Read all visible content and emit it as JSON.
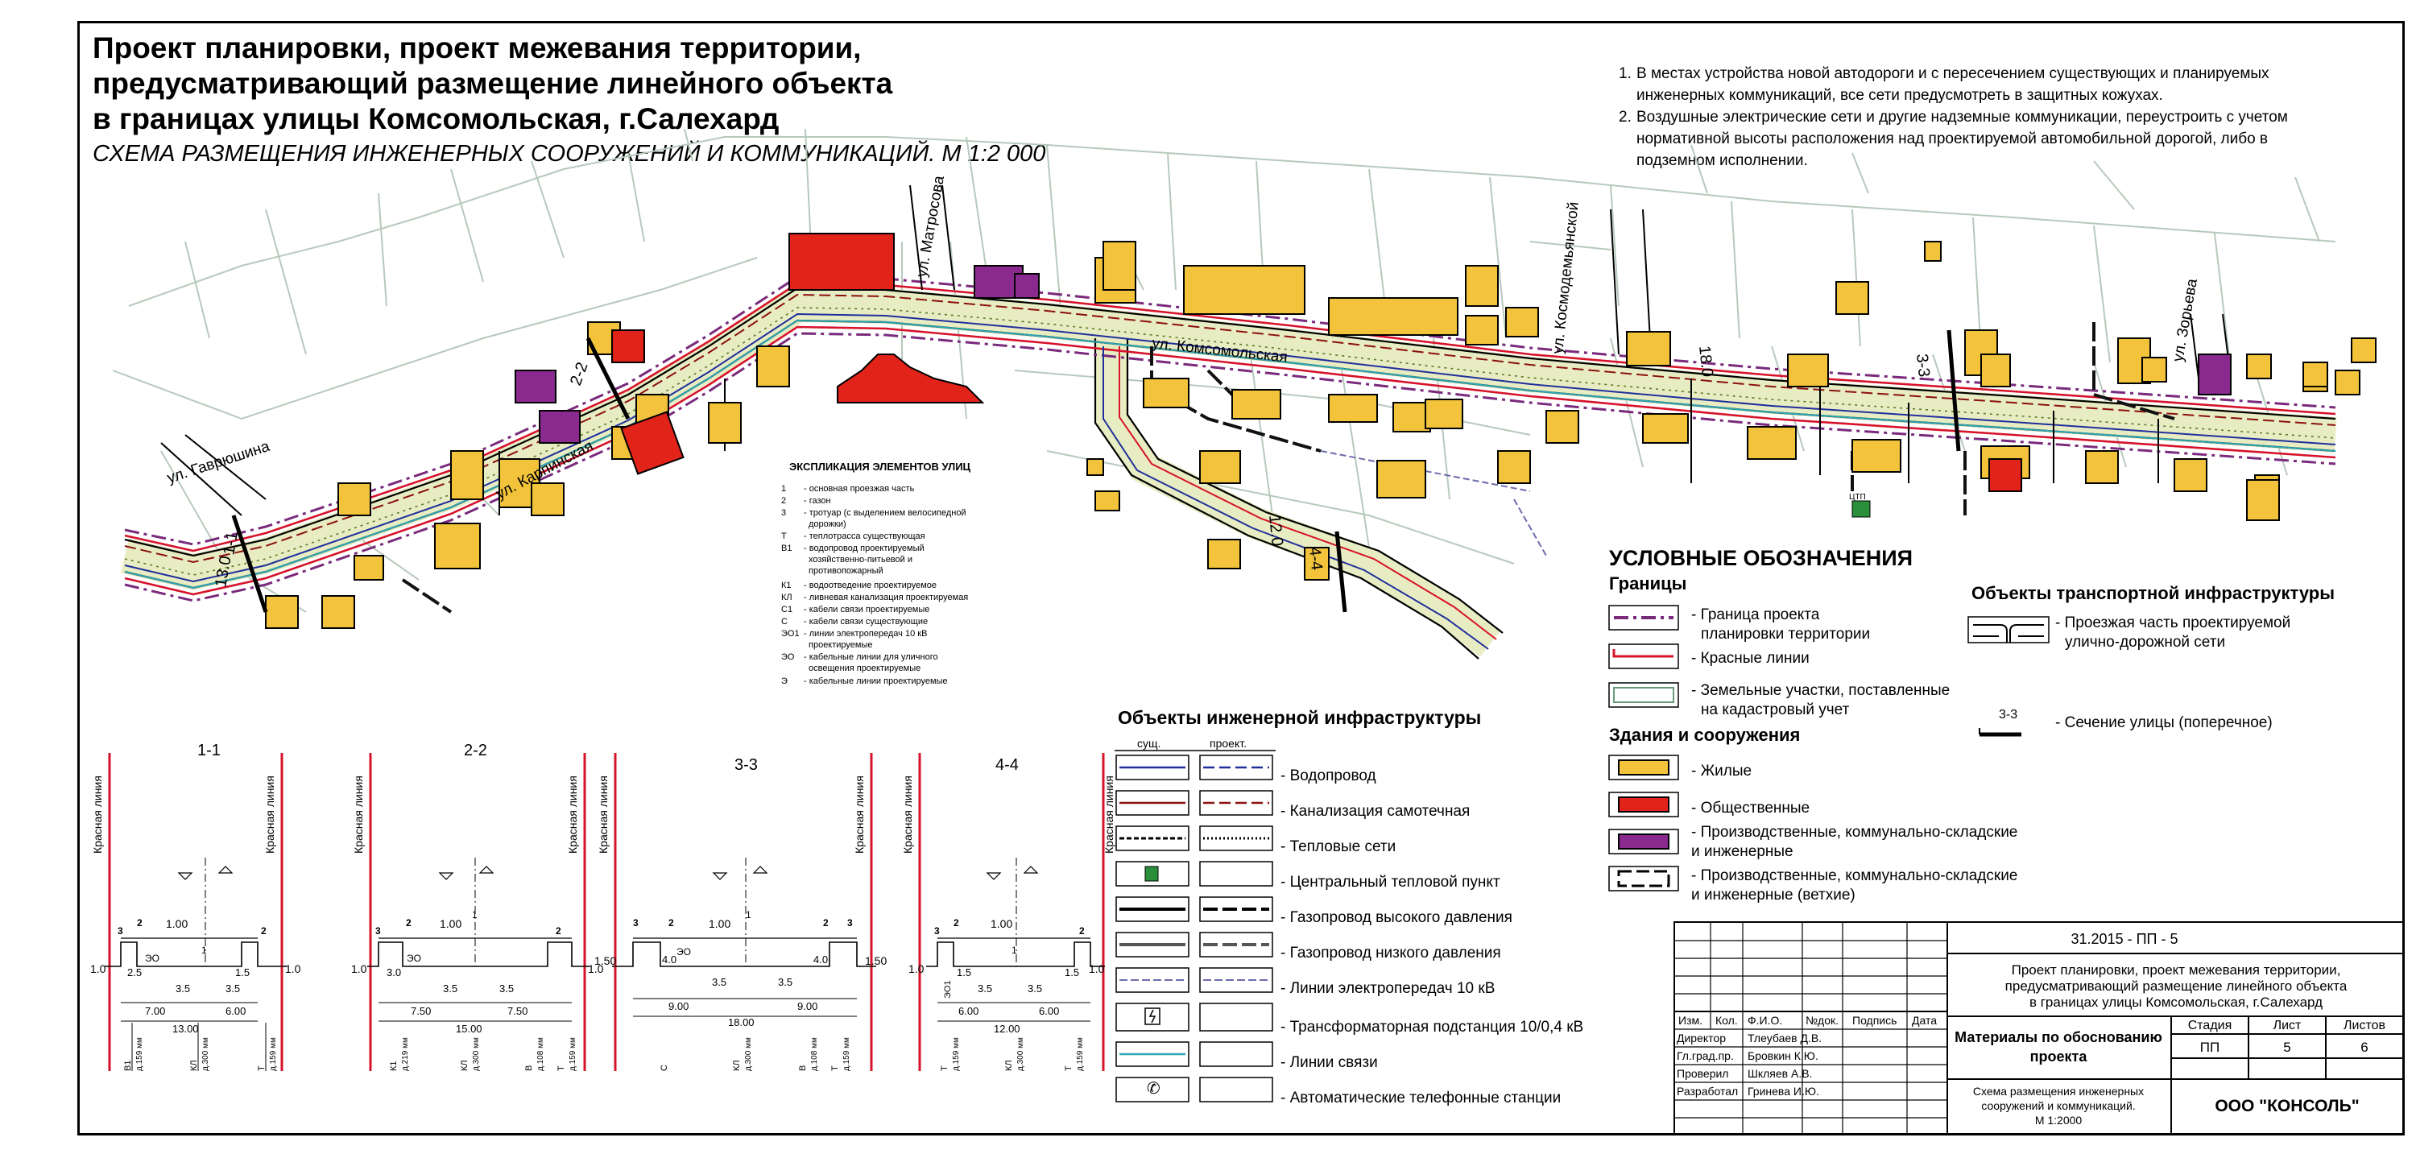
{
  "header": {
    "title_lines": [
      "Проект планировки, проект межевания территории,",
      "предусматривающий размещение линейного объекта",
      "в границах улицы Комсомольская, г.Салехард"
    ],
    "subtitle": "СХЕМА РАЗМЕЩЕНИЯ ИНЖЕНЕРНЫХ СООРУЖЕНИЙ И КОММУНИКАЦИЙ. М 1:2 000"
  },
  "notes": [
    {
      "num": "1.",
      "lines": [
        "В местах устройства новой автодороги и с пересечением существующих и планируемых",
        "инженерных коммуникаций, все сети предусмотреть в защитных кожухах."
      ]
    },
    {
      "num": "2.",
      "lines": [
        "Воздушные электрические сети и другие надземные коммуникации, переустроить с учетом",
        "нормативной  высоты расположения над проектируемой автомобильной дорогой, либо в",
        "подземном исполнении."
      ]
    }
  ],
  "map": {
    "street_labels": {
      "komsomolskaya": "ул. Комсомольская",
      "matrosova": "ул. Матросова",
      "gavryushina": "ул. Гаврюшина",
      "karinskaya": "ул. Карпинская",
      "kosmodemyanskoy": "ул. Космодемьянской",
      "zoya": "ул. Зорьева"
    },
    "section_marks": [
      "1-1",
      "2-2",
      "3-3",
      "4-4"
    ],
    "elevations": [
      "13.0",
      "18.0",
      "12.0"
    ],
    "central_heat_label": "ЦТП",
    "colors": {
      "residential": "#f2c33b",
      "public": "#e2231a",
      "industrial": "#8a2a8f",
      "red_line": "#d6132a",
      "water": "#1f2f9c",
      "sewer": "#8b1010",
      "comm": "#2ca6b4",
      "land": "#6a9b77",
      "road_fill": "#e8ecc2"
    }
  },
  "explication": {
    "title": "ЭКСПЛИКАЦИЯ ЭЛЕМЕНТОВ УЛИЦ",
    "items": [
      {
        "code": "1",
        "text": "- основная проезжая часть"
      },
      {
        "code": "2",
        "text": "- газон"
      },
      {
        "code": "3",
        "text": "- тротуар (с выделением велосипедной"
      },
      {
        "code": "",
        "text": "дорожки)"
      },
      {
        "code": "Т",
        "text": "- теплотрасса существующая"
      },
      {
        "code": "В1",
        "text": "- водопровод проектируемый"
      },
      {
        "code": "",
        "text": "хозяйственно-питьевой и"
      },
      {
        "code": "",
        "text": "противопожарный"
      },
      {
        "code": "К1",
        "text": "- водоотведение проектируемое"
      },
      {
        "code": "КЛ",
        "text": "- ливневая канализация проектируемая"
      },
      {
        "code": "С1",
        "text": "- кабели связи проектируемые"
      },
      {
        "code": "С",
        "text": "- кабели связи существующие"
      },
      {
        "code": "ЭО1",
        "text": "- линии электропередач 10 кВ"
      },
      {
        "code": "",
        "text": "проектируемые"
      },
      {
        "code": "ЭО",
        "text": "- кабельные линии для уличного"
      },
      {
        "code": "",
        "text": "освещения проектируемые"
      },
      {
        "code": "Э",
        "text": "- кабельные линии проектируемые"
      }
    ]
  },
  "legend": {
    "title": "УСЛОВНЫЕ ОБОЗНАЧЕНИЯ",
    "borders_title": "Границы",
    "borders": [
      {
        "lines": [
          "- Граница проекта",
          "планировки территории"
        ]
      },
      {
        "lines": [
          "- Красные линии"
        ]
      },
      {
        "lines": [
          "- Земельные участки, поставленные",
          "на кадастровый учет"
        ]
      }
    ],
    "buildings_title": "Здания и сооружения",
    "buildings": [
      {
        "lines": [
          "- Жилые"
        ]
      },
      {
        "lines": [
          "- Общественные"
        ]
      },
      {
        "lines": [
          "- Производственные, коммунально-складские",
          "и инженерные"
        ]
      },
      {
        "lines": [
          "- Производственные, коммунально-складские",
          "и инженерные (ветхие)"
        ]
      }
    ],
    "transport_title": "Объекты транспортной инфраструктуры",
    "transport": [
      {
        "lines": [
          "- Проезжая часть проектируемой",
          "улично-дорожной сети"
        ]
      },
      {
        "lines": [
          "- Сечение улицы (поперечное)"
        ]
      }
    ],
    "section_sample": "3-3"
  },
  "engineering": {
    "title": "Объекты инженерной инфраструктуры",
    "col_existing": "сущ.",
    "col_planned": "проект.",
    "items": [
      "- Водопровод",
      "- Канализация самотечная",
      "- Тепловые сети",
      "- Центральный тепловой пункт",
      "- Газопровод высокого давления",
      "- Газопровод низкого давления",
      "- Линии электропередач 10 кВ",
      "- Трансформаторная подстанция 10/0,4 кВ",
      "- Линии связи",
      "- Автоматические телефонные станции"
    ]
  },
  "sections": [
    {
      "id": "1-1",
      "red_line": "Красная линия",
      "dims_top": [
        "1.00"
      ],
      "dims": [
        "2.5",
        "3.5",
        "1.5",
        "3.5",
        "7.00",
        "6.00",
        "13.00"
      ],
      "levels": [
        "1.0",
        "1.0"
      ],
      "codes": [
        "ЭО",
        "1",
        "3",
        "2",
        "2"
      ],
      "pipes": [
        "В1",
        "д.159 мм",
        "КЛ",
        "д.300 мм",
        "Т",
        "д.159 мм"
      ]
    },
    {
      "id": "2-2",
      "red_line": "Красная линия",
      "dims_top": [
        "1.00"
      ],
      "dims": [
        "3.0",
        "3.5",
        "3.5",
        "7.50",
        "7.50",
        "15.00"
      ],
      "levels": [
        "1.0",
        "1.0"
      ],
      "codes": [
        "ЭО",
        "1",
        "3",
        "2",
        "2"
      ],
      "pipes": [
        "К1",
        "д.219 мм",
        "КЛ",
        "д.300 мм",
        "В",
        "д.108 мм",
        "Т",
        "д.159 мм"
      ]
    },
    {
      "id": "3-3",
      "red_line": "Красная линия",
      "dims_top": [
        "1.00"
      ],
      "dims": [
        "4.0",
        "3.5",
        "3.5",
        "4.0",
        "9.00",
        "9.00",
        "18.00"
      ],
      "levels": [
        "1.50",
        "1.50"
      ],
      "codes": [
        "ЭО",
        "1",
        "3",
        "2",
        "2",
        "3"
      ],
      "pipes": [
        "С",
        "КЛ",
        "д.300 мм",
        "В",
        "д.108 мм",
        "Т",
        "д.159 мм"
      ]
    },
    {
      "id": "4-4",
      "red_line": "Красная линия",
      "dims_top": [
        "1.00"
      ],
      "dims": [
        "1.5",
        "3.5",
        "3.5",
        "1.5",
        "6.00",
        "6.00",
        "12.00"
      ],
      "levels": [
        "1.0",
        "1.0"
      ],
      "codes": [
        "ЭО1",
        "1",
        "3",
        "2",
        "2"
      ],
      "pipes": [
        "Т",
        "д.159 мм",
        "КЛ",
        "д.300 мм",
        "Т",
        "д.159 мм"
      ]
    }
  ],
  "title_block": {
    "code": "31.2015 - ПП - 5",
    "project_lines": [
      "Проект планировки, проект межевания территории,",
      "предусматривающий размещение линейного объекта",
      "в границах улицы Комсомольская, г.Салехард"
    ],
    "headers": [
      "Изм.",
      "Кол.",
      "Ф.И.О.",
      "№док.",
      "Подпись",
      "Дата"
    ],
    "rows": [
      {
        "role": "Директор",
        "name": "Тлеубаев Д.В."
      },
      {
        "role": "Гл.град.пр.",
        "name": "Бровкин К.Ю."
      },
      {
        "role": "Проверил",
        "name": "Шкляев А.В."
      },
      {
        "role": "Разработал",
        "name": "Гринева И.Ю."
      }
    ],
    "materials": [
      "Материалы по обоснованию",
      "проекта"
    ],
    "stage_label": "Стадия",
    "sheet_label": "Лист",
    "sheets_label": "Листов",
    "stage": "ПП",
    "sheet": "5",
    "sheets": "6",
    "scheme": [
      "Схема размещения инженерных",
      "сооружений и коммуникаций.",
      "М 1:2000"
    ],
    "company": "ООО \"КОНСОЛЬ\""
  }
}
